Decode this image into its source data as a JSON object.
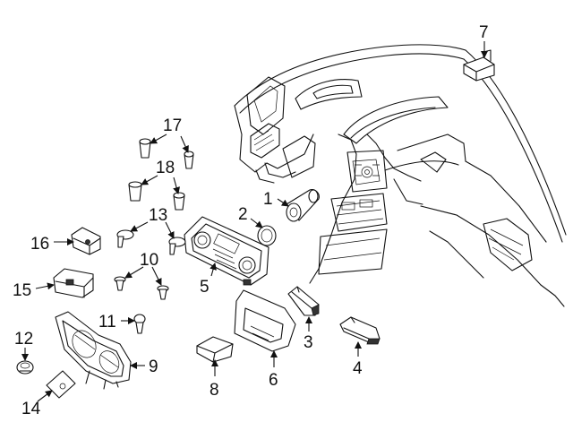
{
  "callouts": [
    {
      "id": "1",
      "label": "1"
    },
    {
      "id": "2",
      "label": "2"
    },
    {
      "id": "3",
      "label": "3"
    },
    {
      "id": "4",
      "label": "4"
    },
    {
      "id": "5",
      "label": "5"
    },
    {
      "id": "6",
      "label": "6"
    },
    {
      "id": "7",
      "label": "7"
    },
    {
      "id": "8",
      "label": "8"
    },
    {
      "id": "9",
      "label": "9"
    },
    {
      "id": "10",
      "label": "10"
    },
    {
      "id": "11",
      "label": "11"
    },
    {
      "id": "12",
      "label": "12"
    },
    {
      "id": "13",
      "label": "13"
    },
    {
      "id": "14",
      "label": "14"
    },
    {
      "id": "15",
      "label": "15"
    },
    {
      "id": "16",
      "label": "16"
    },
    {
      "id": "17",
      "label": "17"
    },
    {
      "id": "18",
      "label": "18"
    }
  ]
}
